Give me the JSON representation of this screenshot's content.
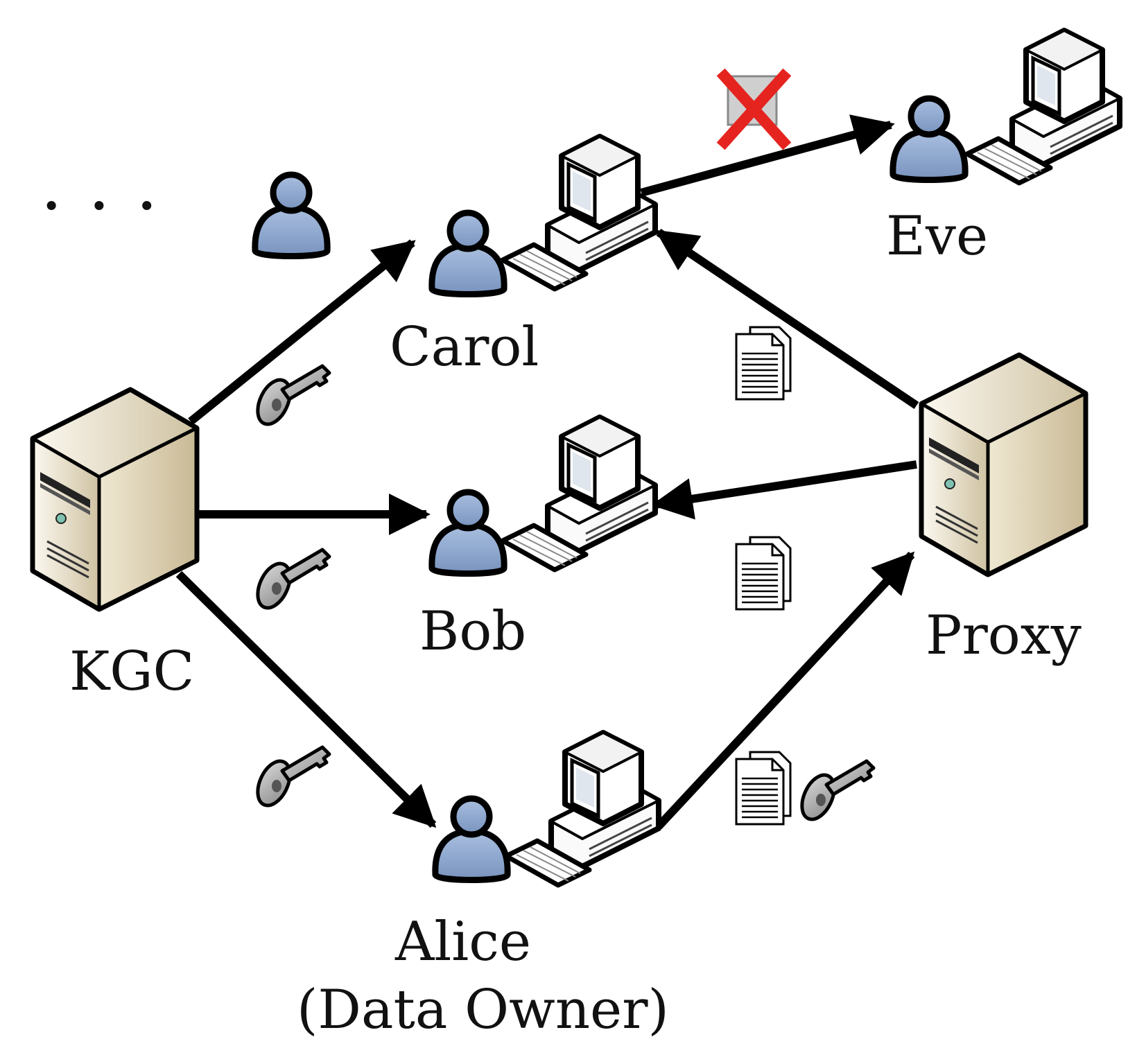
{
  "nodes": {
    "kgc": {
      "label": "KGC"
    },
    "proxy": {
      "label": "Proxy"
    },
    "carol": {
      "label": "Carol"
    },
    "bob": {
      "label": "Bob"
    },
    "alice": {
      "label": "Alice",
      "sublabel": "(Data Owner)"
    },
    "eve": {
      "label": "Eve"
    }
  },
  "ellipsis": "· · ·",
  "colors": {
    "user": "#8fa9d0",
    "server_light": "#f4efe1",
    "server_dark": "#b8a988",
    "key": "#b9b9b9",
    "blocked": "#e52420"
  },
  "icons": [
    "server-icon",
    "person-icon",
    "computer-icon",
    "key-icon",
    "document-icon",
    "blocked-x-icon",
    "arrow-icon"
  ]
}
